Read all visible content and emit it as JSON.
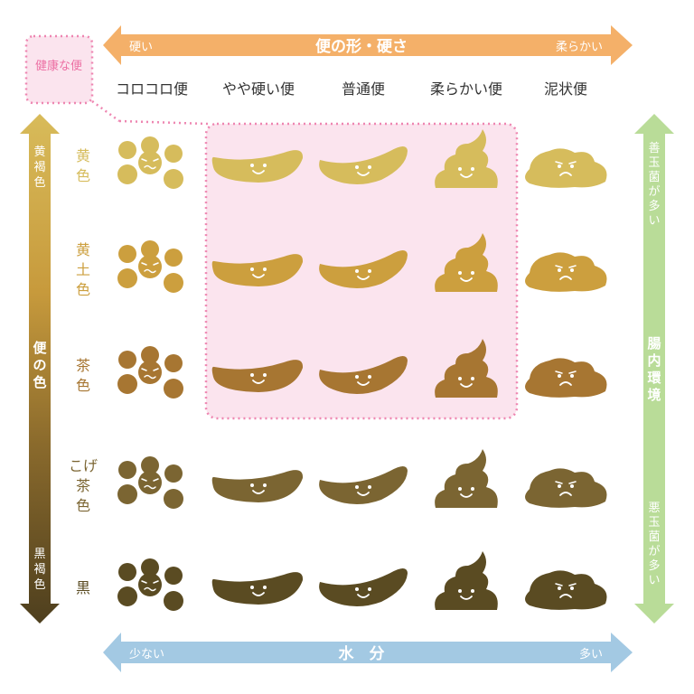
{
  "top_arrow": {
    "title": "便の形・硬さ",
    "left": "硬い",
    "right": "柔らかい",
    "color": "#f4b069"
  },
  "bottom_arrow": {
    "title": "水　分",
    "left": "少ない",
    "right": "多い",
    "color": "#a3c9e3"
  },
  "left_arrow": {
    "title": "便の色",
    "top": "黄褐色",
    "bottom": "黒褐色"
  },
  "right_arrow": {
    "title": "腸内環境",
    "top": "善玉菌が多い",
    "bottom": "悪玉菌が多い",
    "color": "#b9dc98"
  },
  "healthy_label": "健康な便",
  "healthy_color": "#f07fae",
  "columns": [
    "コロコロ便",
    "やや硬い便",
    "普通便",
    "柔らかい便",
    "泥状便"
  ],
  "rows": [
    {
      "label": "黄色",
      "color": "#d6bc5c"
    },
    {
      "label": "黄土色",
      "color": "#cc9f3e"
    },
    {
      "label": "茶色",
      "color": "#a77632"
    },
    {
      "label": "こげ茶色",
      "color": "#7b6532"
    },
    {
      "label": "黒",
      "color": "#5a4b22"
    }
  ]
}
